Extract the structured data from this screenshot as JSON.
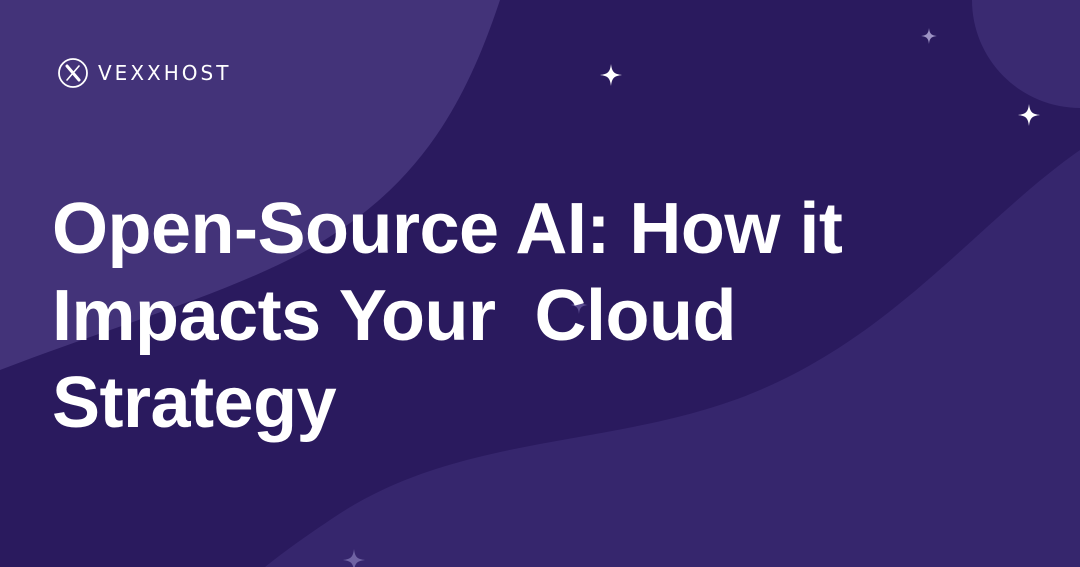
{
  "brand": {
    "name": "VEXXHOST",
    "logo_icon": "vexxhost-x-logo-icon"
  },
  "headline": {
    "line1": "Open-Source AI: How it",
    "line2": "Impacts Your  Cloud",
    "line3": "Strategy"
  },
  "colors": {
    "background": "#2a1a5e",
    "wave": "#45357a",
    "text": "#ffffff"
  },
  "decorations": [
    "sparkle-icon",
    "sparkle-icon",
    "sparkle-icon",
    "sparkle-icon",
    "sparkle-icon"
  ]
}
